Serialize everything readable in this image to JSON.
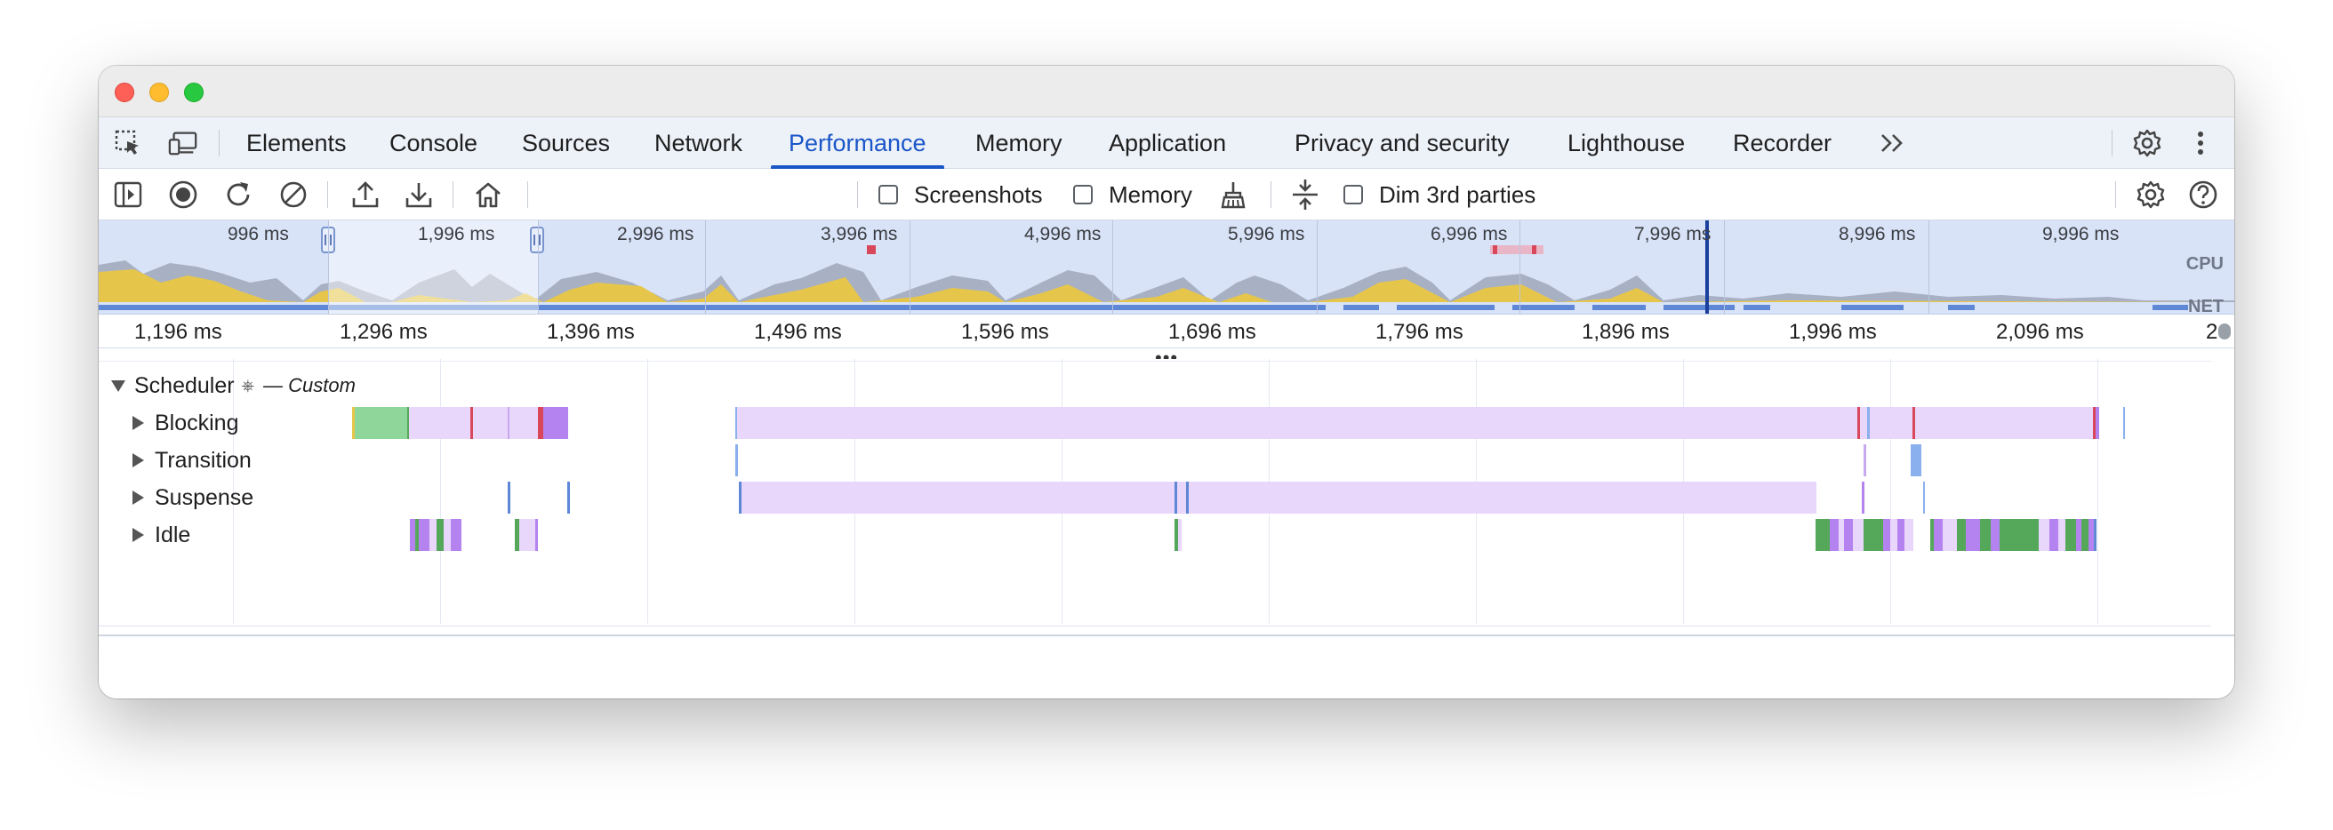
{
  "tabs": [
    {
      "label": "Elements"
    },
    {
      "label": "Console"
    },
    {
      "label": "Sources"
    },
    {
      "label": "Network"
    },
    {
      "label": "Performance",
      "active": true
    },
    {
      "label": "Memory"
    },
    {
      "label": "Application"
    },
    {
      "label": "Privacy and security"
    },
    {
      "label": "Lighthouse"
    },
    {
      "label": "Recorder"
    }
  ],
  "toolbar": {
    "screenshots_label": "Screenshots",
    "memory_label": "Memory",
    "dim_label": "Dim 3rd parties",
    "screenshots_checked": false,
    "memory_checked": false,
    "dim_checked": false
  },
  "overview": {
    "time_labels": [
      "996 ms",
      "1,996 ms",
      "2,996 ms",
      "3,996 ms",
      "4,996 ms",
      "5,996 ms",
      "6,996 ms",
      "7,996 ms",
      "8,996 ms",
      "9,996 ms"
    ],
    "cpu_label": "CPU",
    "net_label": "NET"
  },
  "ruler": {
    "labels": [
      "1,196 ms",
      "1,296 ms",
      "1,396 ms",
      "1,496 ms",
      "1,596 ms",
      "1,696 ms",
      "1,796 ms",
      "1,896 ms",
      "1,996 ms",
      "2,096 ms",
      "2"
    ]
  },
  "flame": {
    "group_title": "Scheduler",
    "group_subtitle": "— Custom",
    "tracks": [
      "Blocking",
      "Transition",
      "Suspense",
      "Idle"
    ]
  },
  "colors": {
    "accent": "#1a56c8",
    "task_purple": "#e9d6fb",
    "task_violet": "#b583f0",
    "task_green": "#55a85a",
    "task_lightgreen": "#8fd69b",
    "task_blue": "#8ab0ee",
    "task_red": "#d9475a",
    "cpu_yellow": "#e6c64a",
    "cpu_gray": "#a8b0c4",
    "net_blue": "#5e87d6"
  },
  "icons": [
    "select-element-icon",
    "device-toolbar-icon",
    "more-tabs-icon",
    "settings-icon",
    "more-vert-icon",
    "sidebar-icon",
    "record-icon",
    "reload-icon",
    "clear-icon",
    "upload-icon",
    "download-icon",
    "home-icon",
    "broom-icon",
    "collapse-icon",
    "help-icon"
  ]
}
